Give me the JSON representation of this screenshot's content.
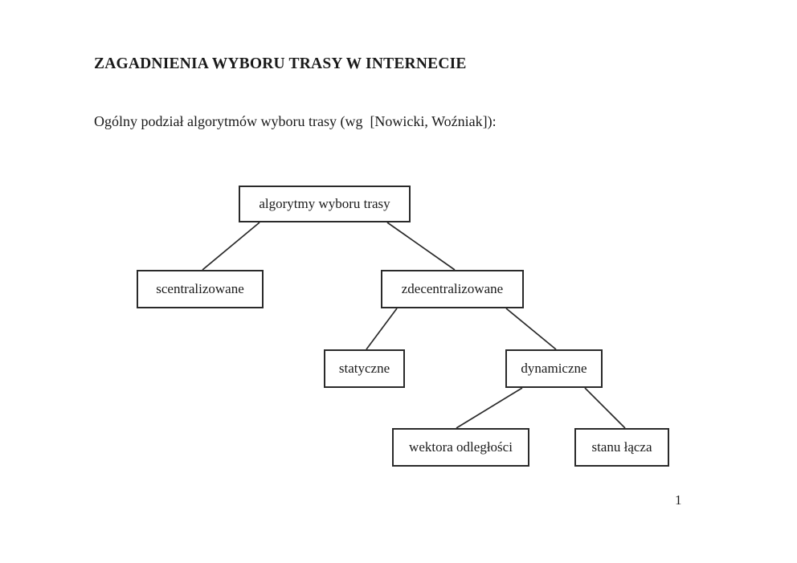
{
  "document": {
    "title": "ZAGADNIENIA WYBORU TRASY W INTERNECIE",
    "intro": "Ogólny podział algorytmów wyboru trasy (wg  [Nowicki, Woźniak]):",
    "page_number": "1"
  },
  "diagram": {
    "type": "tree",
    "nodes": [
      {
        "id": "algorytmy-wyboru-trasy",
        "label": "algorytmy wyboru trasy"
      },
      {
        "id": "scentralizowane",
        "label": "scentralizowane"
      },
      {
        "id": "zdecentralizowane",
        "label": "zdecentralizowane"
      },
      {
        "id": "statyczne",
        "label": "statyczne"
      },
      {
        "id": "dynamiczne",
        "label": "dynamiczne"
      },
      {
        "id": "wektora-odleglosci",
        "label": "wektora odległości"
      },
      {
        "id": "stanu-lacza",
        "label": "stanu łącza"
      }
    ],
    "edges": [
      {
        "from": "algorytmy-wyboru-trasy",
        "to": "scentralizowane"
      },
      {
        "from": "algorytmy-wyboru-trasy",
        "to": "zdecentralizowane"
      },
      {
        "from": "zdecentralizowane",
        "to": "statyczne"
      },
      {
        "from": "zdecentralizowane",
        "to": "dynamiczne"
      },
      {
        "from": "dynamiczne",
        "to": "wektora-odleglosci"
      },
      {
        "from": "dynamiczne",
        "to": "stanu-lacza"
      }
    ],
    "colors": {
      "border": "#2a2a2a",
      "text": "#1a1a1a",
      "background": "#ffffff"
    }
  }
}
